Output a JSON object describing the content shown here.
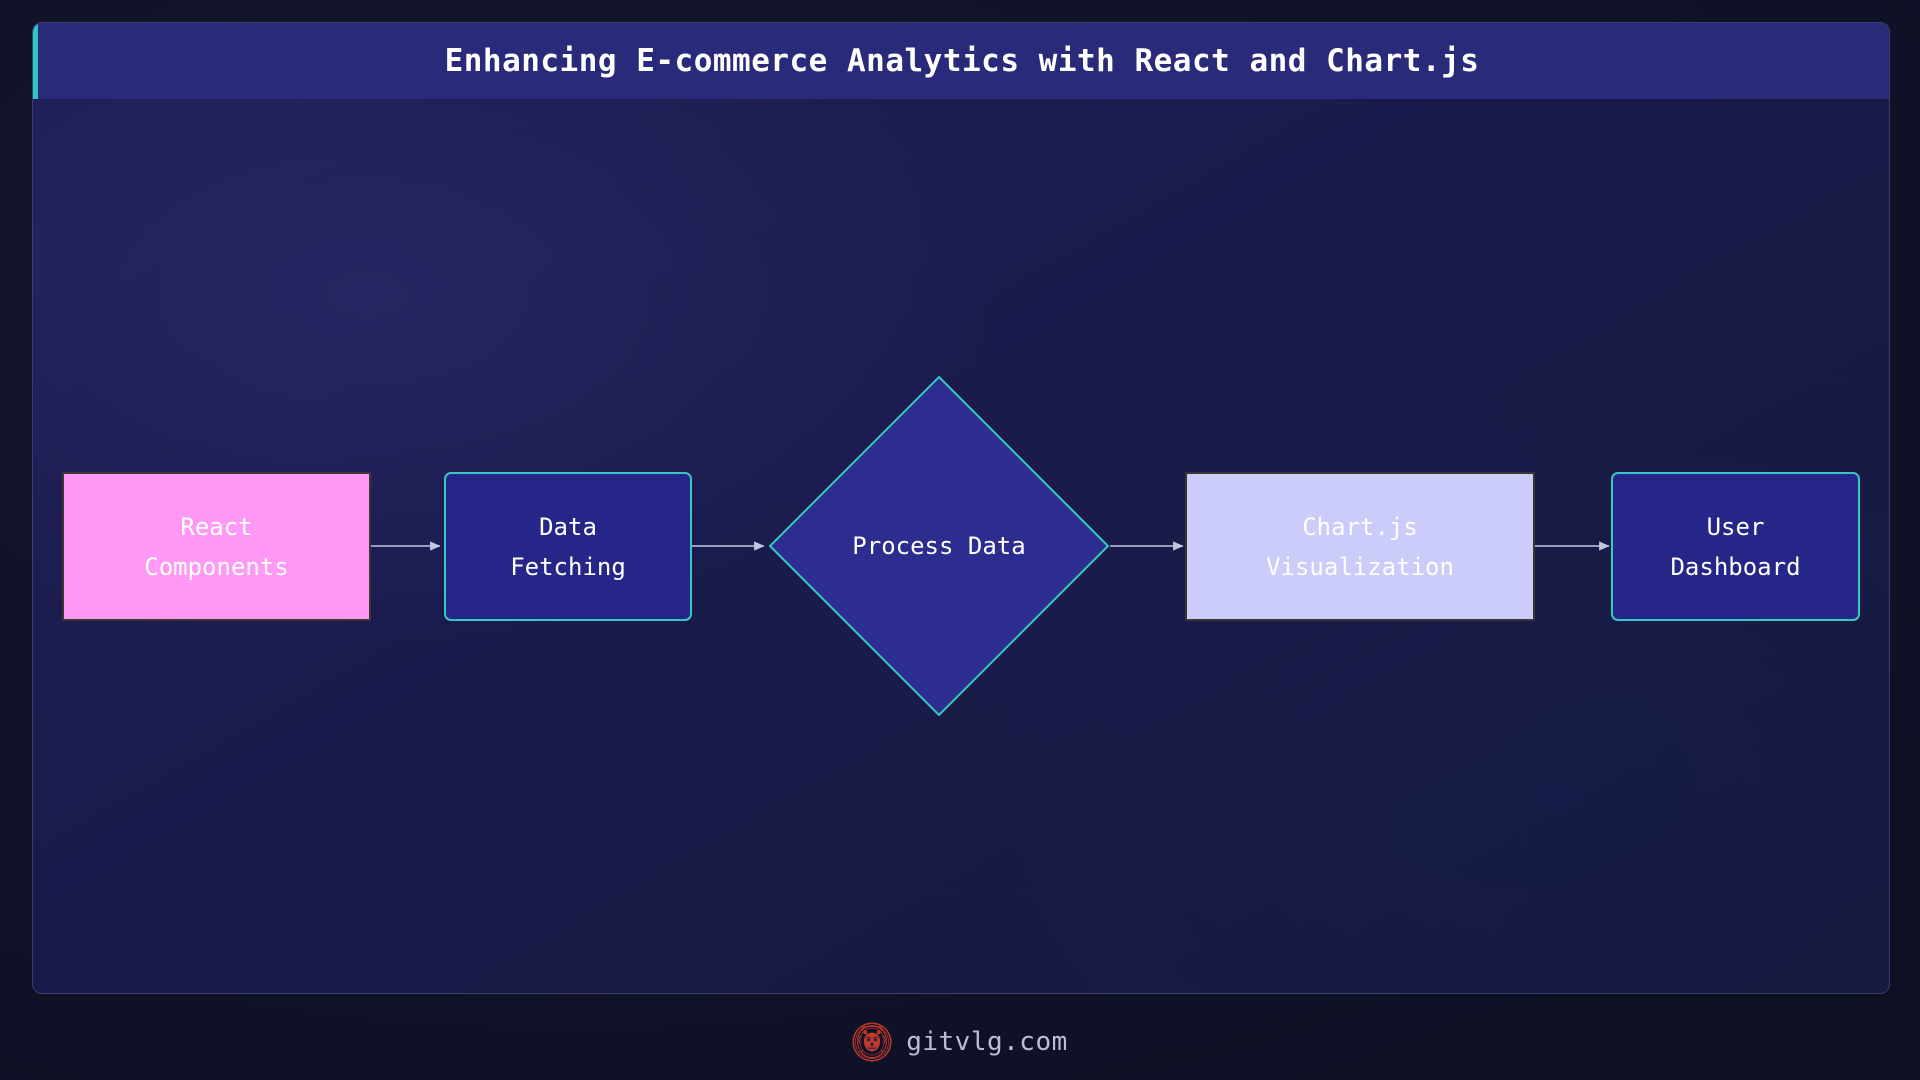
{
  "header": {
    "title": "Enhancing E-commerce Analytics with React and Chart.js",
    "accent_color": "#2fc8c0",
    "bar_color": "#2a2a7a",
    "title_color": "#ffffff"
  },
  "canvas": {
    "page_background": "#10122a",
    "panel_background": "#1a1b4a",
    "panel_border": "#3b3f6b"
  },
  "diagram": {
    "type": "flowchart",
    "direction": "left-to-right",
    "nodes": [
      {
        "id": "react_components",
        "label_lines": [
          "React",
          "Components"
        ],
        "shape": "rectangle",
        "fill": "#ff99f5",
        "stroke": "#3b3533",
        "text_color": "#ffffff"
      },
      {
        "id": "data_fetching",
        "label_lines": [
          "Data",
          "Fetching"
        ],
        "shape": "rounded-rectangle",
        "fill": "#262689",
        "stroke": "#34c9c2",
        "text_color": "#ffffff"
      },
      {
        "id": "process_data",
        "label_lines": [
          "Process",
          "Data"
        ],
        "shape": "diamond",
        "fill": "#2d2d8f",
        "stroke": "#34c9c2",
        "text_color": "#ffffff"
      },
      {
        "id": "chartjs_visualization",
        "label_lines": [
          "Chart.js",
          "Visualization"
        ],
        "shape": "rectangle",
        "fill": "#ccccfb",
        "stroke": "#3b3533",
        "text_color": "#ffffff"
      },
      {
        "id": "user_dashboard",
        "label_lines": [
          "User",
          "Dashboard"
        ],
        "shape": "rounded-rectangle",
        "fill": "#262689",
        "stroke": "#34c9c2",
        "text_color": "#ffffff"
      }
    ],
    "edges": [
      {
        "from": "react_components",
        "to": "data_fetching",
        "label": ""
      },
      {
        "from": "data_fetching",
        "to": "process_data",
        "label": ""
      },
      {
        "from": "process_data",
        "to": "chartjs_visualization",
        "label": ""
      },
      {
        "from": "chartjs_visualization",
        "to": "user_dashboard",
        "label": ""
      }
    ],
    "edge_color": "#c3c6df"
  },
  "footer": {
    "logo_name": "lion-head-logo",
    "logo_color": "#c0392b",
    "text": "gitvlg.com",
    "text_color": "#b9bdd8"
  }
}
